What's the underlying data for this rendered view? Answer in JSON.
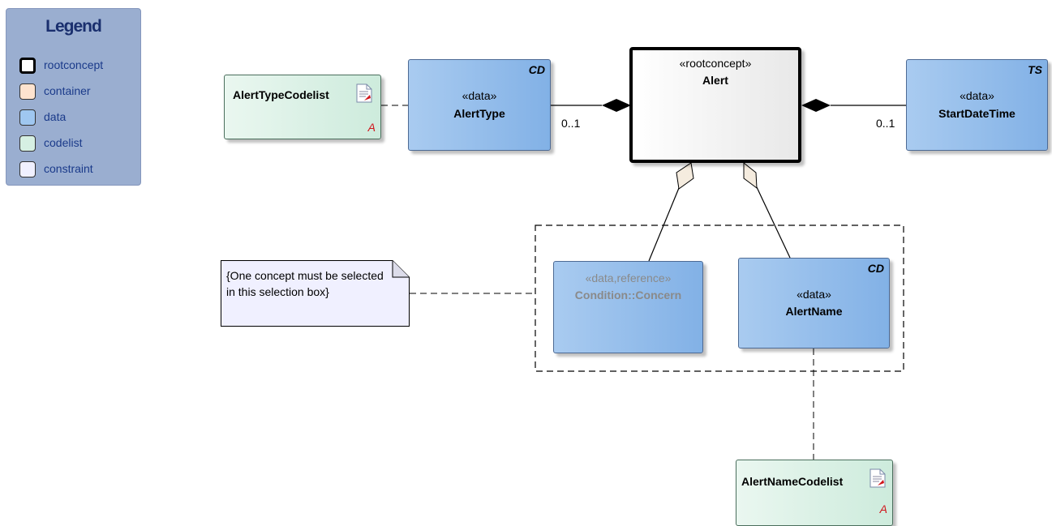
{
  "legend": {
    "title": "Legend",
    "items": [
      {
        "label": "rootconcept",
        "color": "#ffffff",
        "border": "#000000"
      },
      {
        "label": "container",
        "color": "#fde3cf",
        "border": "#333333"
      },
      {
        "label": "data",
        "color": "#9fc7f0",
        "border": "#333333"
      },
      {
        "label": "codelist",
        "color": "#d6f0e3",
        "border": "#333333"
      },
      {
        "label": "constraint",
        "color": "#f0f0ff",
        "border": "#333333"
      }
    ]
  },
  "classes": {
    "alert": {
      "stereotype": "«rootconcept»",
      "name": "Alert"
    },
    "alert_type": {
      "stereotype": "«data»",
      "name": "AlertType",
      "badge": "CD"
    },
    "start_date_time": {
      "stereotype": "«data»",
      "name": "StartDateTime",
      "badge": "TS"
    },
    "condition_concern": {
      "stereotype": "«data,reference»",
      "name": "Condition::Concern"
    },
    "alert_name": {
      "stereotype": "«data»",
      "name": "AlertName",
      "badge": "CD"
    },
    "alert_type_codelist": {
      "name": "AlertTypeCodelist",
      "abstract_mark": "A"
    },
    "alert_name_codelist": {
      "name": "AlertNameCodelist",
      "abstract_mark": "A"
    }
  },
  "multiplicities": {
    "alert_type": "0..1",
    "start_date_time": "0..1"
  },
  "note": {
    "text": "{One concept must be selected in this selection box}"
  },
  "colors": {
    "data_fill": "#9fc7f0",
    "codelist_fill": "#d6f0e3",
    "note_fill": "#f0f0ff",
    "abstract_mark": "#d0141a"
  },
  "icons": [
    "codelist-document-icon",
    "composition-diamond-icon",
    "aggregation-diamond-icon"
  ]
}
